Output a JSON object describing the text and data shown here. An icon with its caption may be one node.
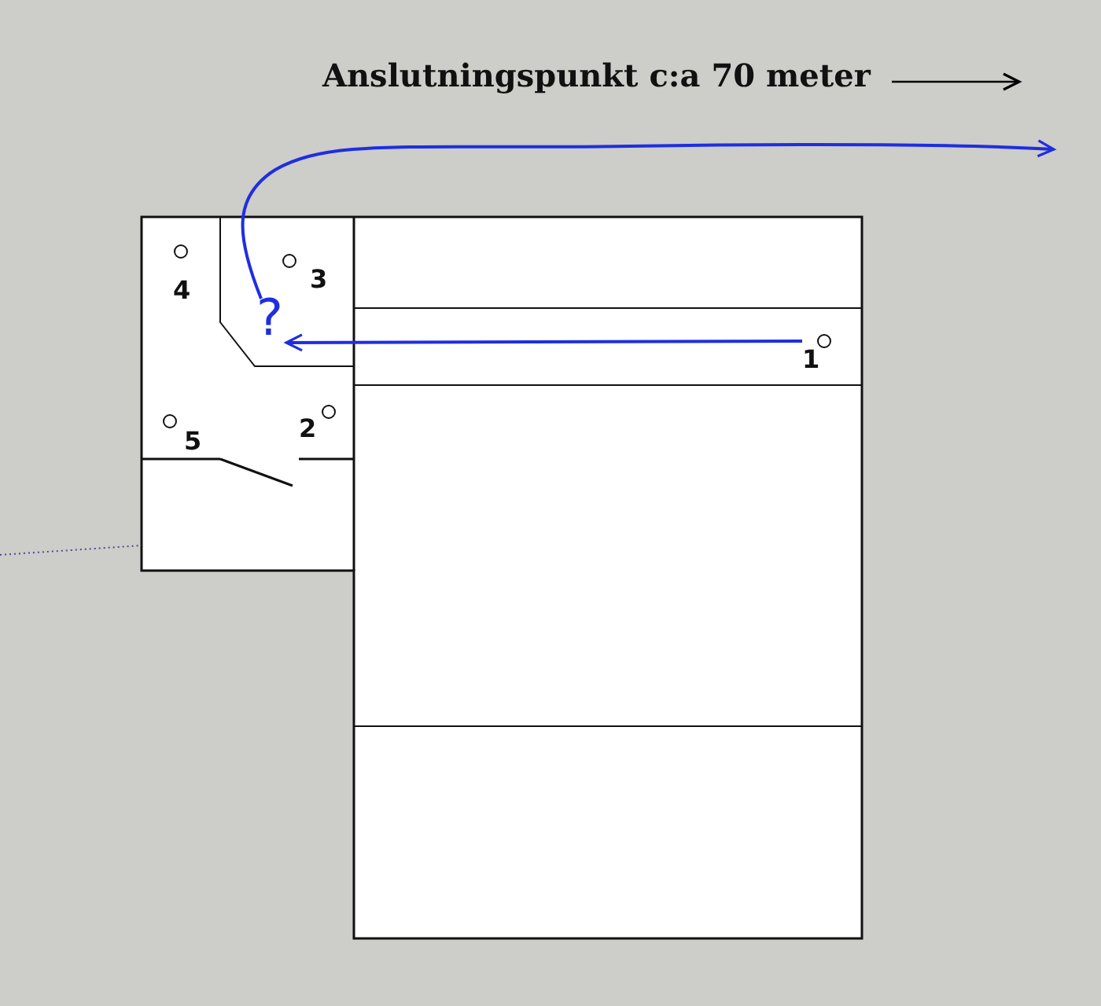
{
  "diagram": {
    "nodes": [
      {
        "text": [
          "Anslutningspunkt c:a 70 meter"
        ]
      },
      {
        "text": [
          "?"
        ]
      },
      {
        "text": [
          "1"
        ]
      }
    ],
    "edges": [
      {
        "from": 0,
        "to": null,
        "arrow": "to",
        "color": "#000000"
      },
      {
        "from": 2,
        "to": 1,
        "arrow": "to",
        "color": "#1f2ee0"
      },
      {
        "from": 1,
        "to": null,
        "arrow": "to",
        "color": "#1f2ee0"
      }
    ],
    "labels": [
      "4",
      "3",
      "5",
      "2"
    ]
  }
}
